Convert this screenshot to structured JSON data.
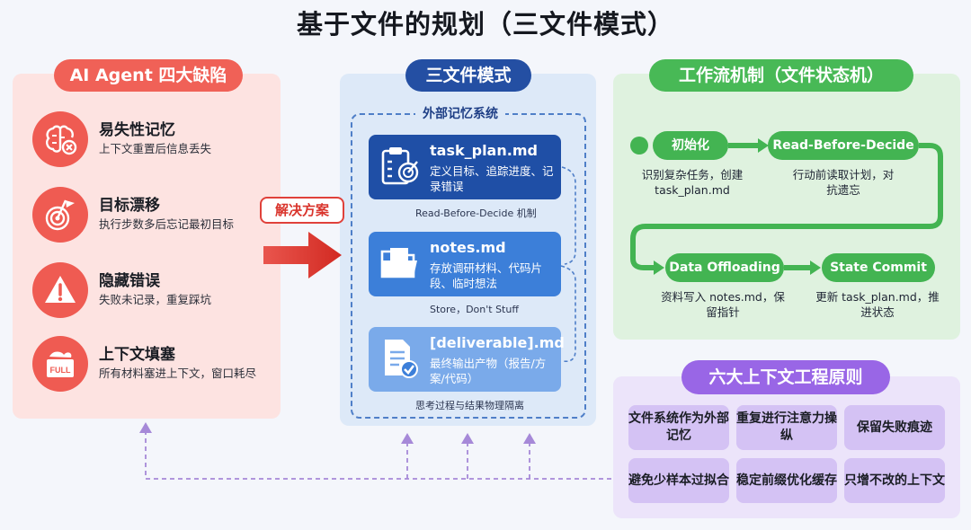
{
  "title": "基于文件的规划（三文件模式）",
  "left": {
    "header": "AI Agent 四大缺陷",
    "items": [
      {
        "title": "易失性记忆",
        "desc": "上下文重置后信息丢失",
        "icon": "brain-icon"
      },
      {
        "title": "目标漂移",
        "desc": "执行步数多后忘记最初目标",
        "icon": "target-flag-icon"
      },
      {
        "title": "隐藏错误",
        "desc": "失败未记录，重复踩坑",
        "icon": "warning-icon"
      },
      {
        "title": "上下文填塞",
        "desc": "所有材料塞进上下文，窗口耗尽",
        "icon": "full-box-icon"
      }
    ]
  },
  "arrow_label": "解决方案",
  "middle": {
    "header": "三文件模式",
    "subheader": "外部记忆系统",
    "cards": [
      {
        "title": "task_plan.md",
        "desc": "定义目标、追踪进度、记录错误",
        "caption": "Read-Before-Decide 机制",
        "icon": "clipboard-target-icon"
      },
      {
        "title": "notes.md",
        "desc": "存放调研材料、代码片段、临时想法",
        "caption": "Store，Don't Stuff",
        "icon": "folder-icon"
      },
      {
        "title": "[deliverable].md",
        "desc": "最终输出产物（报告/方案/代码）",
        "caption": "思考过程与结果物理隔离",
        "icon": "document-check-icon"
      }
    ]
  },
  "workflow": {
    "header": "工作流机制（文件状态机）",
    "nodes": [
      {
        "label": "初始化",
        "caption": "识别复杂任务，创建 task_plan.md"
      },
      {
        "label": "Read-Before-Decide",
        "caption": "行动前读取计划，对抗遗忘"
      },
      {
        "label": "Data Offloading",
        "caption": "资料写入 notes.md，保留指针"
      },
      {
        "label": "State Commit",
        "caption": "更新 task_plan.md，推进状态"
      }
    ]
  },
  "principles": {
    "header": "六大上下文工程原则",
    "items": [
      "文件系统作为外部记忆",
      "重复进行注意力操纵",
      "保留失败痕迹",
      "避免少样本过拟合",
      "稳定前缀优化缓存",
      "只增不改的上下文"
    ]
  },
  "colors": {
    "red": "#f06157",
    "blue_dark": "#244fa3",
    "green": "#48b956",
    "purple": "#9966e6"
  }
}
